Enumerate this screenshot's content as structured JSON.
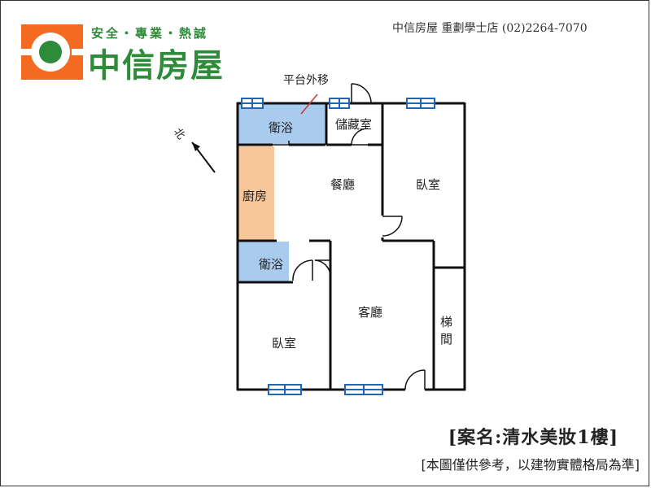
{
  "header": {
    "slogan": "安全・專業・熱誠",
    "brand": "中信房屋",
    "store": "中信房屋 重劃學士店 (02)2264-7070",
    "brand_color": "#2e8b3a",
    "logo_color": "#f26b21"
  },
  "plan": {
    "note": "平台外移",
    "north_label": "北",
    "rooms": {
      "bath_top": "衛浴",
      "storage": "儲藏室",
      "dining": "餐廳",
      "bedroom_right": "臥室",
      "kitchen": "廚房",
      "bath_bottom": "衛浴",
      "living": "客廳",
      "bedroom_left": "臥室",
      "stairs_1": "梯",
      "stairs_2": "間"
    },
    "colors": {
      "bath": "#a9cbee",
      "kitchen": "#f7c79a",
      "window": "#1f67b5"
    }
  },
  "footer": {
    "case_name": "[案名:清水美妝1樓]",
    "disclaimer": "[本圖僅供參考，以建物實體格局為準]"
  }
}
